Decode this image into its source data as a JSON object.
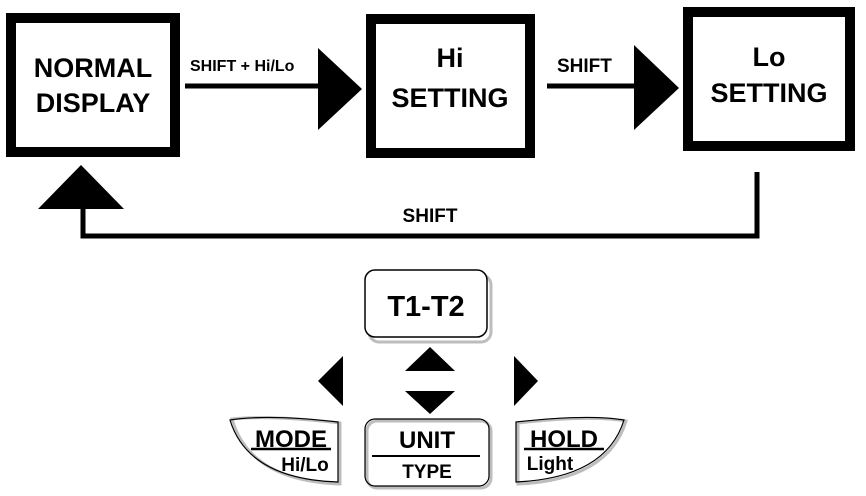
{
  "flow": {
    "boxes": {
      "normal": {
        "line1": "NORMAL",
        "line2": "DISPLAY"
      },
      "hi": {
        "line1": "Hi",
        "line2": "SETTING"
      },
      "lo": {
        "line1": "Lo",
        "line2": "SETTING"
      }
    },
    "arrows": {
      "normal_to_hi": "SHIFT +  Hi/Lo",
      "hi_to_lo": "SHIFT",
      "lo_to_normal": "SHIFT"
    }
  },
  "keypad": {
    "t1t2": "T1-T2",
    "mode": {
      "top": "MODE",
      "bottom": "Hi/Lo"
    },
    "unit": {
      "top": "UNIT",
      "bottom": "TYPE"
    },
    "hold": {
      "top": "HOLD",
      "bottom": "Light"
    }
  },
  "colors": {
    "ink": "#000000",
    "background": "#ffffff",
    "key_shadow": "#bdbdbd"
  }
}
